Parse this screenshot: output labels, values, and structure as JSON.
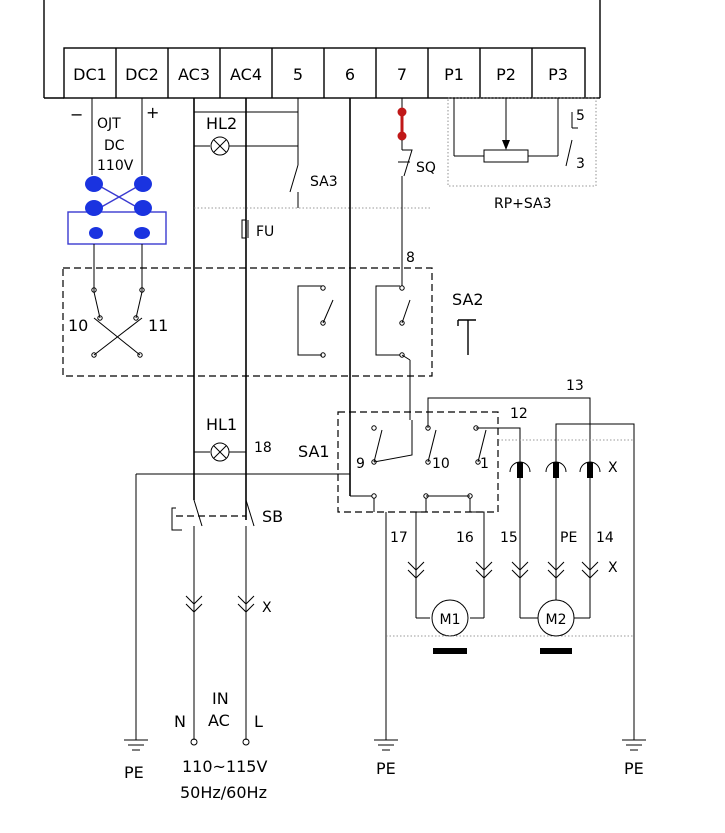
{
  "terminals": [
    "DC1",
    "DC2",
    "AC3",
    "AC4",
    "5",
    "6",
    "7",
    "P1",
    "P2",
    "P3"
  ],
  "labels": {
    "minus": "−",
    "plus": "+",
    "out": "OJT",
    "dc": "DC",
    "dc_voltage": "110V",
    "hl2": "HL2",
    "hl1": "HL1",
    "sa3": "SA3",
    "fu": "FU",
    "sq": "SQ",
    "rp_sa3": "RP+SA3",
    "l5_top": "5",
    "l5_bot": "3",
    "n8": "8",
    "sa2": "SA2",
    "n10": "10",
    "n11": "11",
    "n13": "13",
    "n12": "12",
    "x_top": "X",
    "sa1": "SA1",
    "sa1_9": "9",
    "sa1_10": "10",
    "sa1_1": "1",
    "n18": "18",
    "sb": "SB",
    "x_left": "X",
    "n17": "17",
    "n16": "16",
    "n15": "15",
    "pe_mid": "PE",
    "n14": "14",
    "x_right": "X",
    "m1": "M1",
    "m2": "M2",
    "in": "IN",
    "ac": "AC",
    "n": "N",
    "l": "L",
    "voltage": "110~115V",
    "freq": "50Hz/60Hz",
    "pe_left": "PE",
    "pe_center": "PE",
    "pe_right": "PE"
  },
  "colors": {
    "line": "#000000",
    "jumper": "#1a33e0",
    "contact": "#c01818"
  }
}
